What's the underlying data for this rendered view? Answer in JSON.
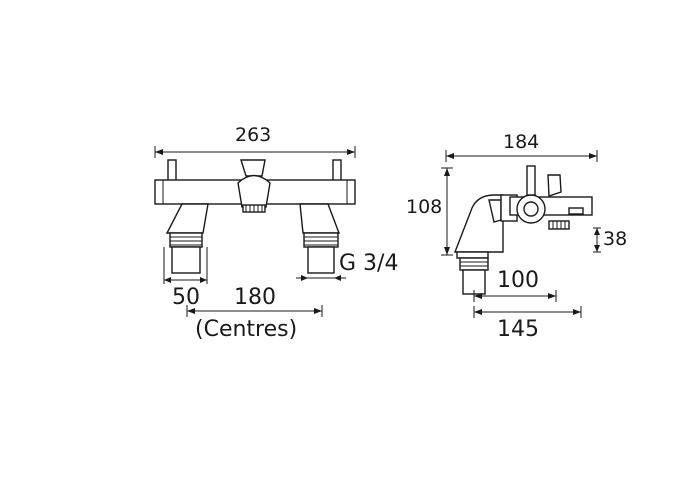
{
  "front_view": {
    "overall_width": "263",
    "body_width": "50",
    "centres_value": "180",
    "centres_label": "(Centres)",
    "thread": "G 3/4"
  },
  "side_view": {
    "overall_depth": "184",
    "height": "108",
    "spout_height": "38",
    "dim_100": "100",
    "dim_145": "145"
  },
  "colors": {
    "line": "#1a1a1a",
    "background": "#ffffff"
  }
}
